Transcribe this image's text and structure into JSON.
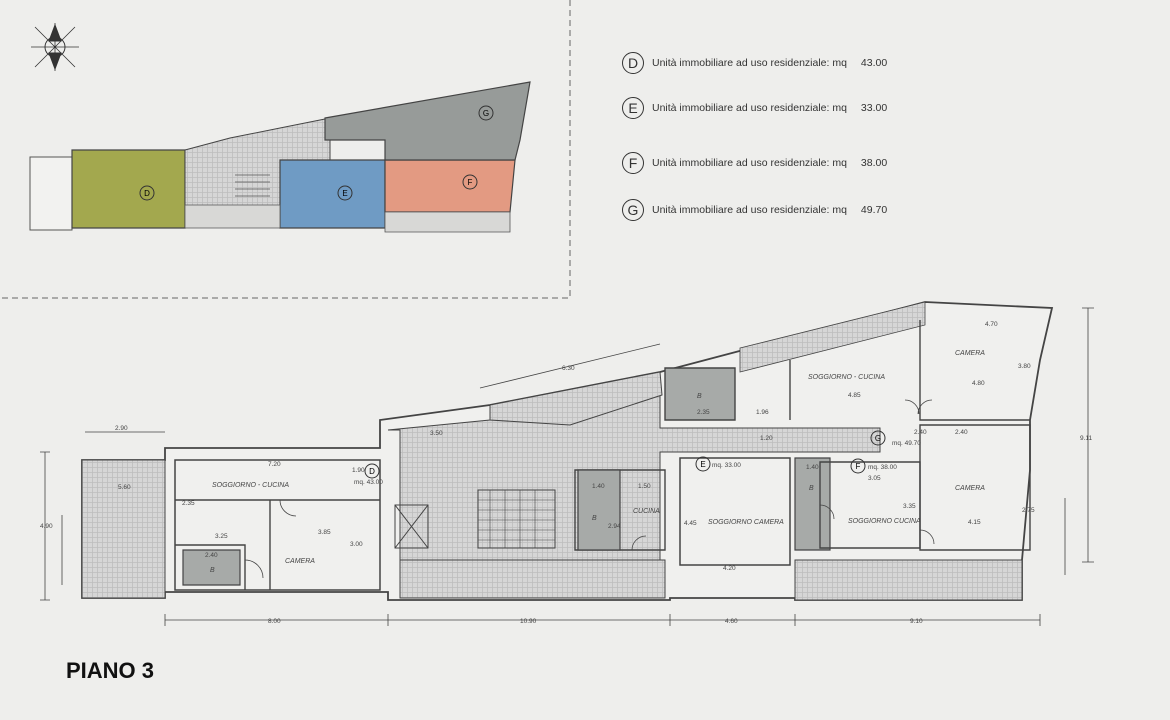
{
  "legend": [
    {
      "letter": "D",
      "label": "Unità immobiliare ad uso residenziale: mq",
      "area": "43.00"
    },
    {
      "letter": "E",
      "label": "Unità immobiliare ad uso residenziale: mq",
      "area": "33.00"
    },
    {
      "letter": "F",
      "label": "Unità immobiliare ad uso residenziale: mq",
      "area": "38.00"
    },
    {
      "letter": "G",
      "label": "Unità immobiliare ad uso residenziale: mq",
      "area": "49.70"
    }
  ],
  "colors": {
    "unit_d": "#a3a84e",
    "unit_e": "#6f9bc4",
    "unit_f": "#e39a82",
    "unit_g": "#979b99",
    "hatch": "#d2d2d2",
    "line": "#444444"
  },
  "rooms": {
    "soggiorno_cucina_d": "SOGGIORNO - CUCINA",
    "camera_d": "CAMERA",
    "soggiorno_cucina_g": "SOGGIORNO - CUCINA",
    "camera_g_top": "CAMERA",
    "camera_g_right": "CAMERA",
    "cucina_e": "CUCINA",
    "soggiorno_camera_e": "SOGGIORNO CAMERA",
    "soggiorno_cucina_f": "SOGGIORNO CUCINA",
    "bath": "B"
  },
  "unit_tags": {
    "d": "D",
    "e": "E",
    "f": "F",
    "g": "G"
  },
  "dimensions": {
    "d_top": "2.90",
    "d_bal": "5.60",
    "d_width": "7.20",
    "d_w2": "3.25",
    "d_w3": "3.85",
    "d_h": "2.35",
    "d_bath": "2.40",
    "d_area": "mq. 43.00",
    "d_left_h": "4.90",
    "d_ch": "3.00",
    "d_v1": "1.90",
    "corr": "3.50",
    "bal": "6.30",
    "g_top": "4.70",
    "g_cam": "4.80",
    "g_sog": "4.85",
    "g_b1": "2.35",
    "g_b2": "1.96",
    "g_v": "3.80",
    "g_h": "2.40",
    "g_right": "2.40",
    "g_area": "mq. 49.70",
    "g_tot": "9.11",
    "e_area": "mq. 33.00",
    "e_w1": "1.40",
    "e_w2": "1.50",
    "e_h": "2.94",
    "e_h2": "4.45",
    "e_w3": "4.20",
    "e_v": "1.20",
    "f_area": "mq. 38.00",
    "f_w1": "1.40",
    "f_w2": "3.05",
    "f_h": "3.35",
    "f_cam": "4.15",
    "f_v": "2.75",
    "bot1": "8.00",
    "bot2": "10.90",
    "bot3": "4.60",
    "bot4": "9.10"
  },
  "floor_label": "PIANO 3"
}
